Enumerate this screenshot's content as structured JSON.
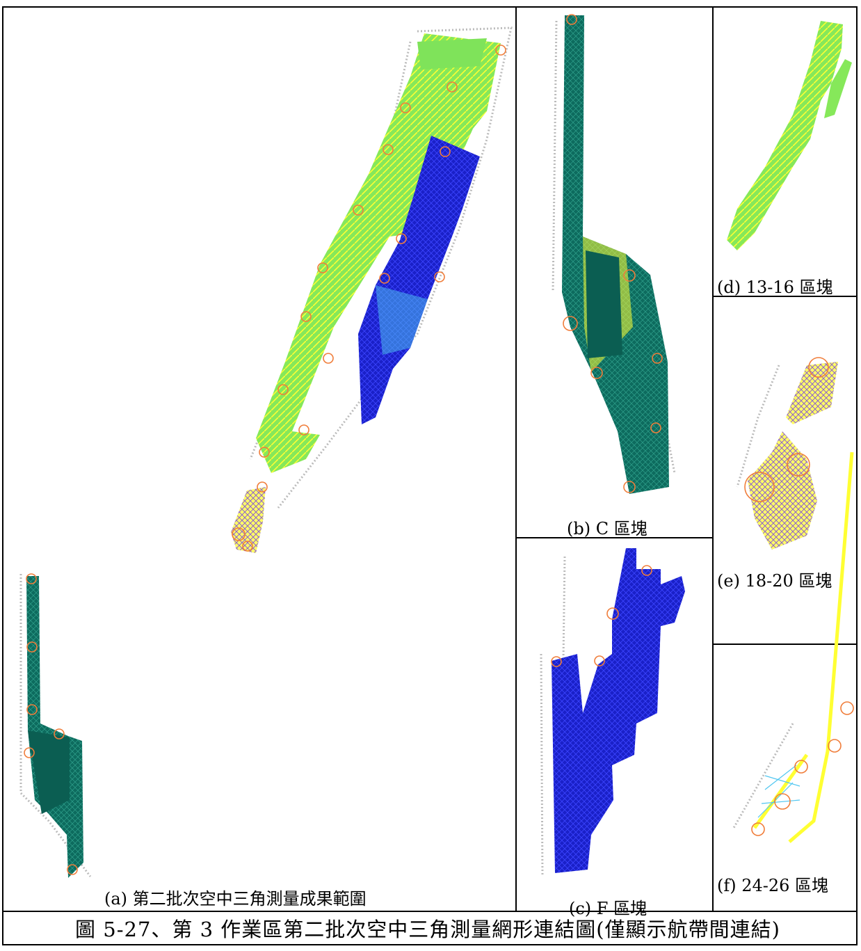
{
  "panels": {
    "a": {
      "caption": "(a)  第二批次空中三角測量成果範圍"
    },
    "b": {
      "caption": "(b) C 區塊"
    },
    "c": {
      "caption": "(c) F 區塊"
    },
    "d": {
      "caption": "(d) 13-16 區塊"
    },
    "e": {
      "caption": "(e) 18-20 區塊"
    },
    "f": {
      "caption": "(f) 24-26 區塊"
    }
  },
  "figure_caption": "圖 5-27、第 3 作業區第二批次空中三角測量網形連結圖(僅顯示航帶間連結)",
  "colors": {
    "green": "#7fe35a",
    "yellow": "#ffff00",
    "blue": "#0a10d0",
    "teal": "#0d6b5e",
    "purple": "#9b6fd8",
    "cyan": "#4fc6f0",
    "orange": "#f07d3a",
    "gray": "#b5b5b5"
  }
}
